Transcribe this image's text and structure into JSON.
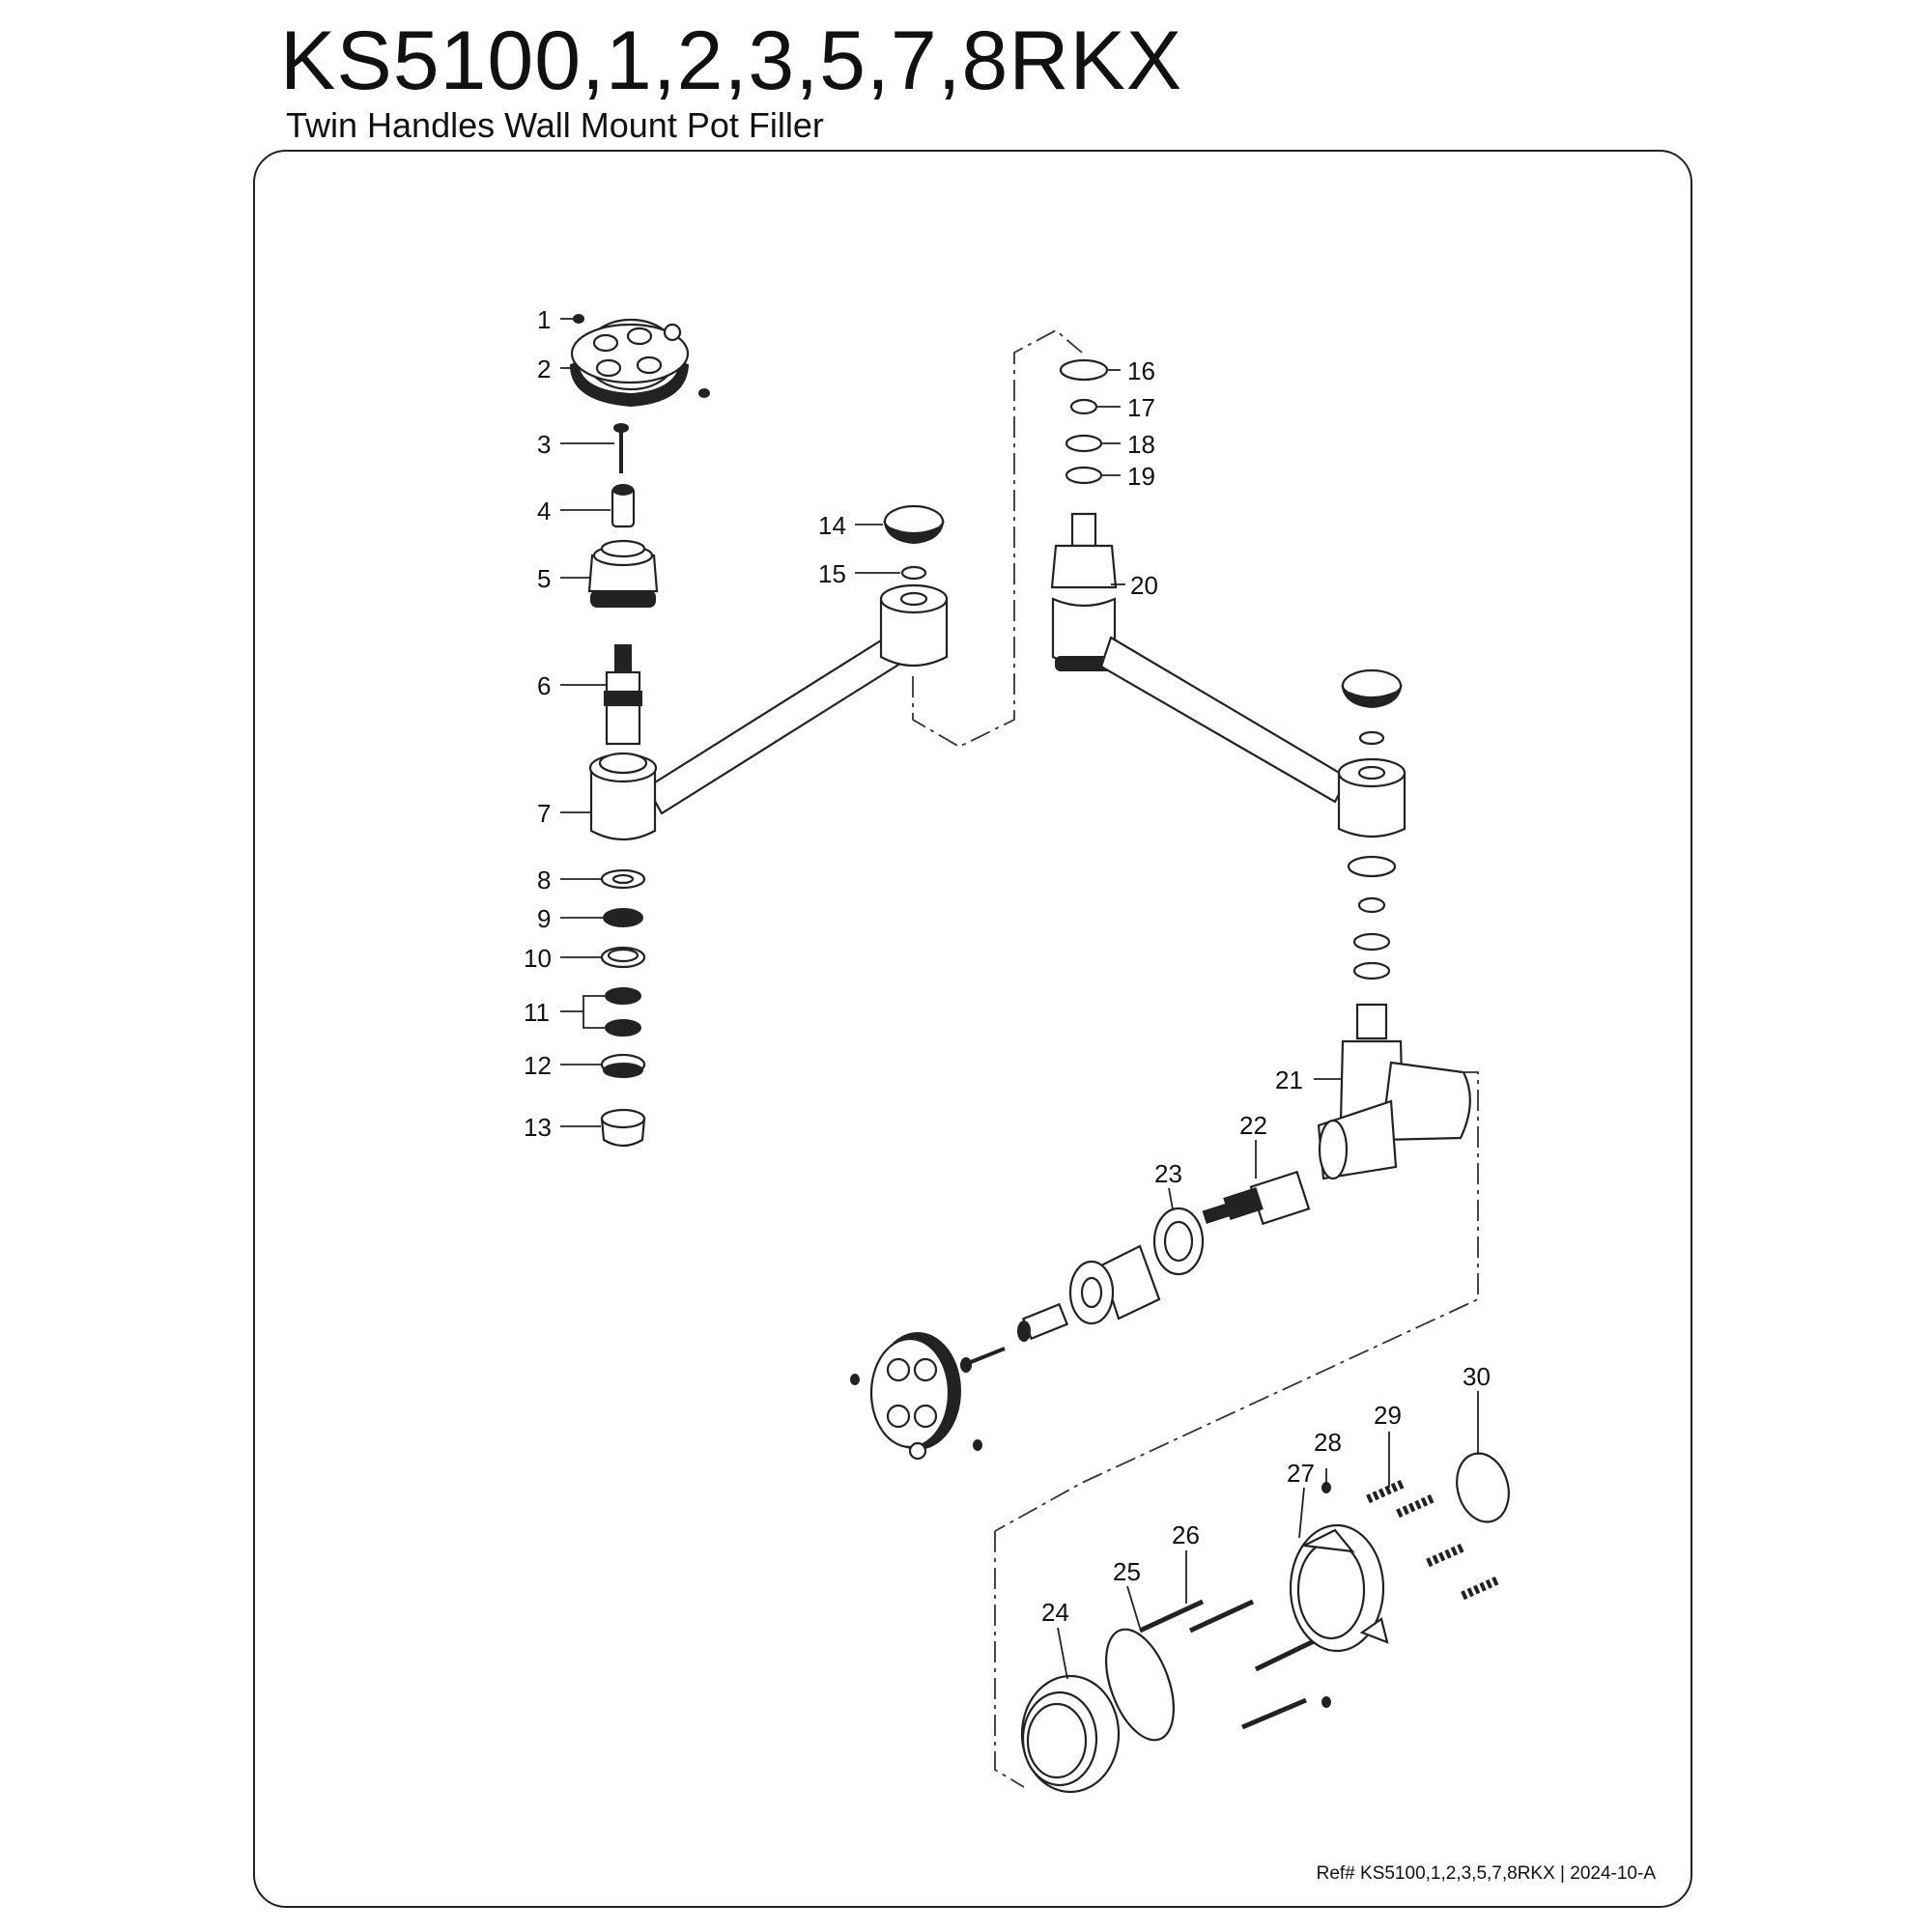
{
  "header": {
    "title": "KS5100,1,2,3,5,7,8RKX",
    "subtitle": "Twin Handles Wall Mount Pot Filler"
  },
  "footer": {
    "reference": "Ref# KS5100,1,2,3,5,7,8RKX | 2024-10-A"
  },
  "parts": [
    {
      "id": "part-1",
      "number": "1"
    },
    {
      "id": "part-2",
      "number": "2"
    },
    {
      "id": "part-3",
      "number": "3"
    },
    {
      "id": "part-4",
      "number": "4"
    },
    {
      "id": "part-5",
      "number": "5"
    },
    {
      "id": "part-6",
      "number": "6"
    },
    {
      "id": "part-7",
      "number": "7"
    },
    {
      "id": "part-8",
      "number": "8"
    },
    {
      "id": "part-9",
      "number": "9"
    },
    {
      "id": "part-10",
      "number": "10"
    },
    {
      "id": "part-11",
      "number": "11"
    },
    {
      "id": "part-12",
      "number": "12"
    },
    {
      "id": "part-13",
      "number": "13"
    },
    {
      "id": "part-14",
      "number": "14"
    },
    {
      "id": "part-15",
      "number": "15"
    },
    {
      "id": "part-16",
      "number": "16"
    },
    {
      "id": "part-17",
      "number": "17"
    },
    {
      "id": "part-18",
      "number": "18"
    },
    {
      "id": "part-19",
      "number": "19"
    },
    {
      "id": "part-20",
      "number": "20"
    },
    {
      "id": "part-21",
      "number": "21"
    },
    {
      "id": "part-22",
      "number": "22"
    },
    {
      "id": "part-23",
      "number": "23"
    },
    {
      "id": "part-24",
      "number": "24"
    },
    {
      "id": "part-25",
      "number": "25"
    },
    {
      "id": "part-26",
      "number": "26"
    },
    {
      "id": "part-27",
      "number": "27"
    },
    {
      "id": "part-28",
      "number": "28"
    },
    {
      "id": "part-29",
      "number": "29"
    },
    {
      "id": "part-30",
      "number": "30"
    }
  ]
}
